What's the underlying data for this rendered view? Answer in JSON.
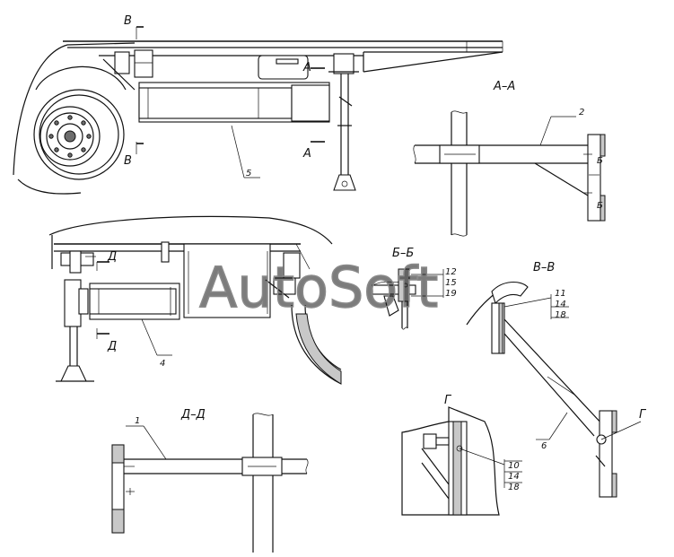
{
  "sections": {
    "aa": "А–А",
    "bb": "Б–Б",
    "vv": "В–В",
    "dd": "Д–Д",
    "g": "Г"
  },
  "cut_marks": {
    "v": "В",
    "a": "А",
    "d": "Д",
    "b": "Б"
  },
  "positions": {
    "p1": "1",
    "p2": "2",
    "p4": "4",
    "p5": "5",
    "p6": "6",
    "p10": "10",
    "p11": "11",
    "p12": "12",
    "p14": "14",
    "p15": "15",
    "p18": "18",
    "p19": "19"
  },
  "watermark": "AutoSoft",
  "colors": {
    "line": "#111111",
    "fill_gray": "#c8c8c8",
    "fill_dark": "#6d6d6d",
    "watermark": "#d4d4d4"
  }
}
